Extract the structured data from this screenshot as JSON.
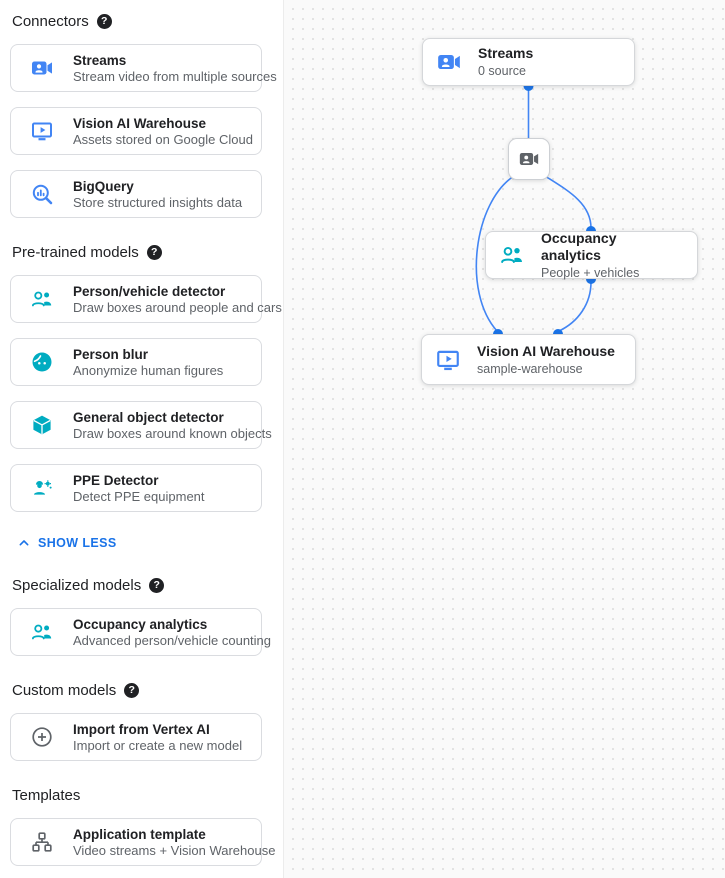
{
  "sidebar": {
    "show_less_label": "SHOW LESS",
    "sections": [
      {
        "label": "Connectors",
        "has_help": true,
        "cards": [
          {
            "icon": "streams-icon",
            "title": "Streams",
            "desc": "Stream video from multiple sources"
          },
          {
            "icon": "warehouse-icon",
            "title": "Vision AI Warehouse",
            "desc": "Assets stored on Google Cloud"
          },
          {
            "icon": "bigquery-icon",
            "title": "BigQuery",
            "desc": "Store structured insights data"
          }
        ]
      },
      {
        "label": "Pre-trained models",
        "has_help": true,
        "cards": [
          {
            "icon": "people-icon",
            "title": "Person/vehicle detector",
            "desc": "Draw boxes around people and cars"
          },
          {
            "icon": "face-icon",
            "title": "Person blur",
            "desc": "Anonymize human figures"
          },
          {
            "icon": "cube-icon",
            "title": "General object detector",
            "desc": "Draw boxes around known objects"
          },
          {
            "icon": "ppe-icon",
            "title": "PPE Detector",
            "desc": "Detect PPE equipment"
          }
        ]
      },
      {
        "label": "Specialized models",
        "has_help": true,
        "cards": [
          {
            "icon": "people-icon",
            "title": "Occupancy analytics",
            "desc": "Advanced person/vehicle counting"
          }
        ]
      },
      {
        "label": "Custom models",
        "has_help": true,
        "cards": [
          {
            "icon": "add-circle-icon",
            "title": "Import from Vertex AI",
            "desc": "Import or create a new model"
          }
        ]
      },
      {
        "label": "Templates",
        "has_help": false,
        "cards": [
          {
            "icon": "hierarchy-icon",
            "title": "Application template",
            "desc": "Video streams + Vision Warehouse"
          }
        ]
      }
    ]
  },
  "canvas": {
    "nodes": {
      "streams": {
        "title": "Streams",
        "subtitle": "0 source"
      },
      "occupancy": {
        "title": "Occupancy analytics",
        "subtitle": "People + vehicles"
      },
      "warehouse": {
        "title": "Vision AI Warehouse",
        "subtitle": "sample-warehouse"
      }
    }
  },
  "colors": {
    "icon_blue": "#4285f4",
    "icon_teal": "#00acc1",
    "icon_gray": "#5f6368",
    "link_blue": "#1a73e8",
    "edge_blue": "#4285f4",
    "dot_blue": "#1a73e8",
    "card_border": "#dadce0",
    "canvas_bg": "#fafafa",
    "canvas_dot": "#e3e3e3",
    "title_color": "#202124",
    "desc_color": "#5f6368"
  }
}
